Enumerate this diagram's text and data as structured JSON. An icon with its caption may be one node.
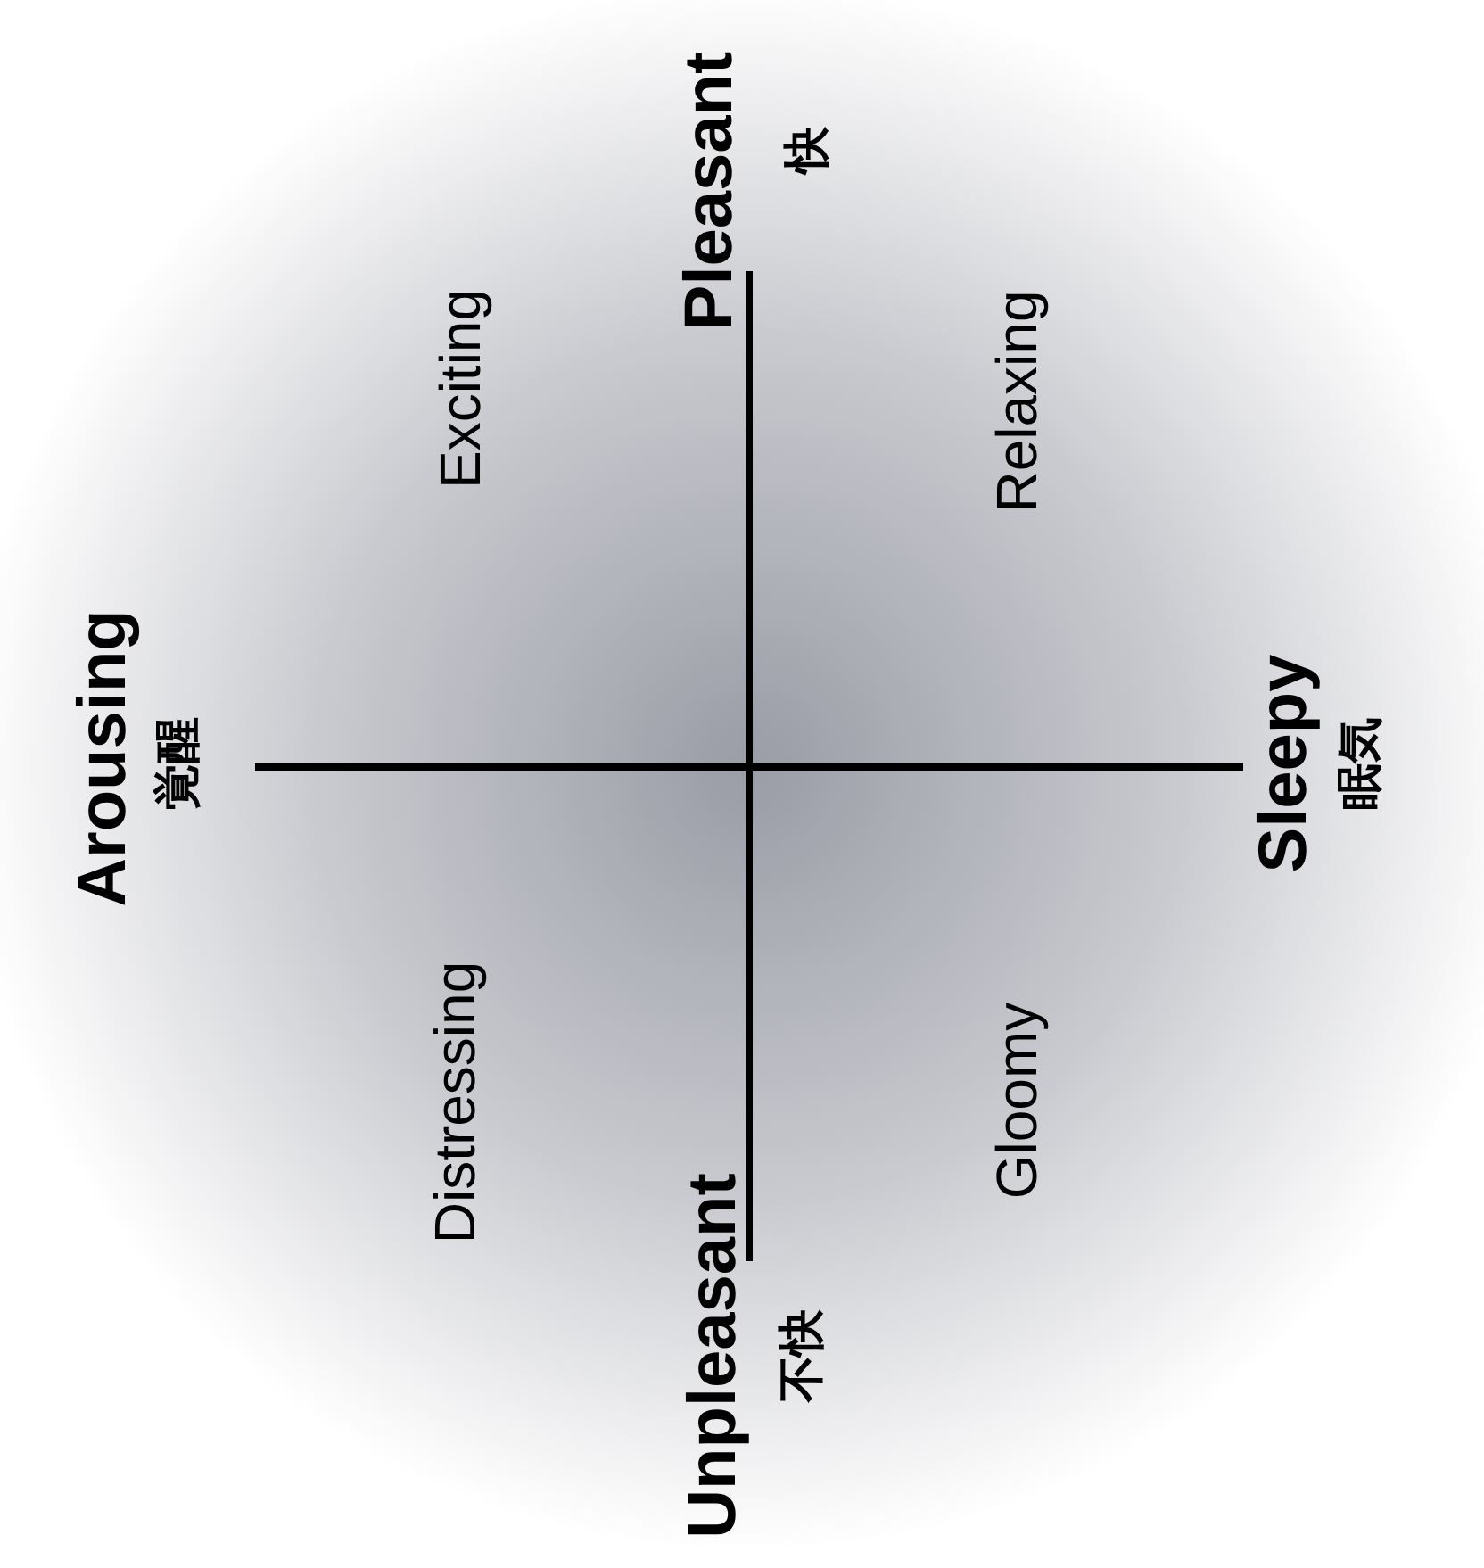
{
  "diagram": {
    "labels": [
      "Pleasant",
      "快",
      "Exciting",
      "Relaxing",
      "Arousing",
      "覚醒",
      "Sleepy",
      "眠気",
      "Distressing",
      "Gloomy",
      "Unpleasant",
      "不快"
    ]
  }
}
